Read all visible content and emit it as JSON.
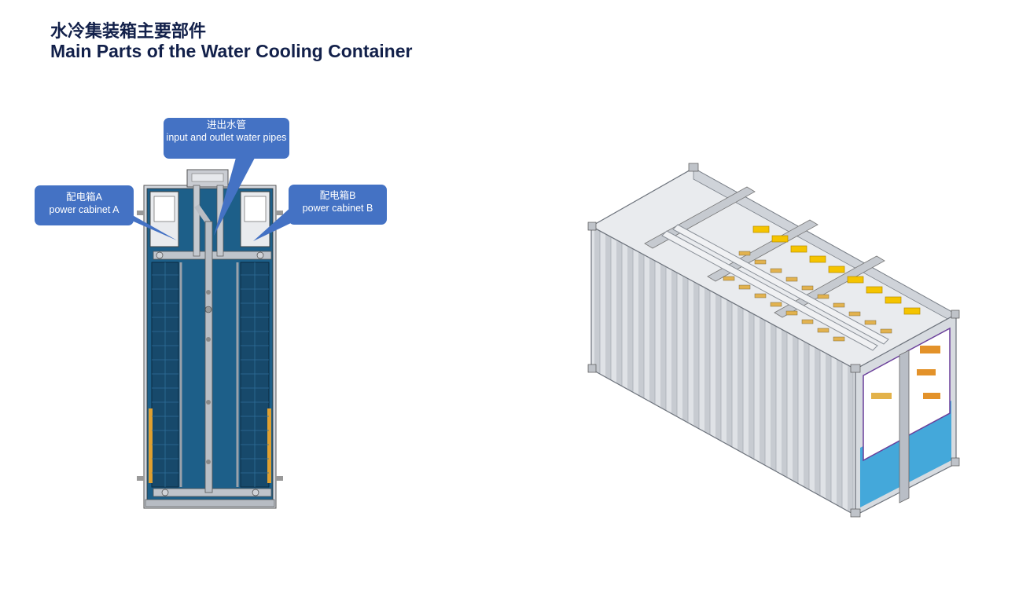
{
  "title": {
    "cn": "水冷集装箱主要部件",
    "en": "Main Parts of the Water Cooling Container"
  },
  "callouts": {
    "pipes": {
      "cn": "进出水管",
      "en": "input and outlet water pipes"
    },
    "cabinet_a": {
      "cn": "配电箱A",
      "en": "power cabinet A"
    },
    "cabinet_b": {
      "cn": "配电箱B",
      "en": "power cabinet B"
    }
  },
  "colors": {
    "title": "#12204a",
    "callout": "#4472c4",
    "container_interior": "#1b5d86",
    "container_frame": "#c8cdd6",
    "rack_accent": "#e0a030",
    "tank_accent": "#f5c400"
  }
}
